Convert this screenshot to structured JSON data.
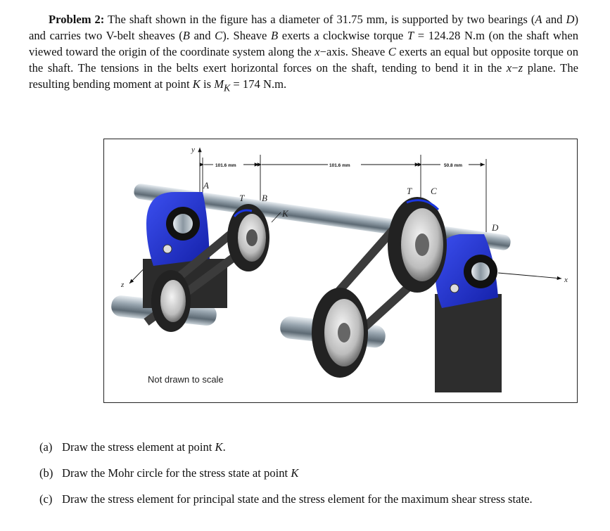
{
  "problem": {
    "heading": "Problem 2:",
    "intro": "The shaft shown in the figure has a diameter of 31.75 mm, is supported by two bearings (",
    "bearing_a": "A",
    "and1": " and ",
    "bearing_d": "D",
    "mid1": ") and carries two V-belt sheaves (",
    "sheave_b": "B",
    "and2": " and ",
    "sheave_c": "C",
    "mid2": "). Sheave ",
    "sheave_b2": "B",
    "mid3": " exerts a clockwise torque ",
    "torque_symbol": "T",
    "torque_value": " = 124.28 N.m (on the shaft when viewed toward the origin of the coordinate system along the ",
    "x_axis": "x",
    "mid4": "−axis. Sheave ",
    "sheave_c2": "C",
    "mid5": " exerts an equal but opposite torque on the shaft. The tensions in the belts exert horizontal forces on the shaft, tending to bend it in the ",
    "plane_x": "x",
    "dash": "−",
    "plane_z": "z",
    "mid6": " plane. The resulting bending moment at point ",
    "point_k": "K",
    "mid7": " is ",
    "moment_symbol": "M",
    "moment_sub": "K",
    "moment_value": " = 174 N.m."
  },
  "figure": {
    "dim1": "101.6 mm",
    "dim2": "101.6 mm",
    "dim3": "50.8 mm",
    "label_a": "A",
    "label_t1": "T",
    "label_b": "B",
    "label_k": "K",
    "label_t2": "T",
    "label_c": "C",
    "label_d": "D",
    "axis_x": "x",
    "axis_y": "y",
    "axis_z": "z",
    "caption": "Not drawn to scale"
  },
  "parts": [
    {
      "label": "(a)",
      "text": "Draw the stress element at point ",
      "point": "K",
      "tail": "."
    },
    {
      "label": "(b)",
      "text": "Draw the Mohr circle for the stress state at point ",
      "point": "K",
      "tail": ""
    },
    {
      "label": "(c)",
      "text": "Draw the stress element for principal state and the stress element for the maximum shear stress state.",
      "point": "",
      "tail": ""
    }
  ]
}
